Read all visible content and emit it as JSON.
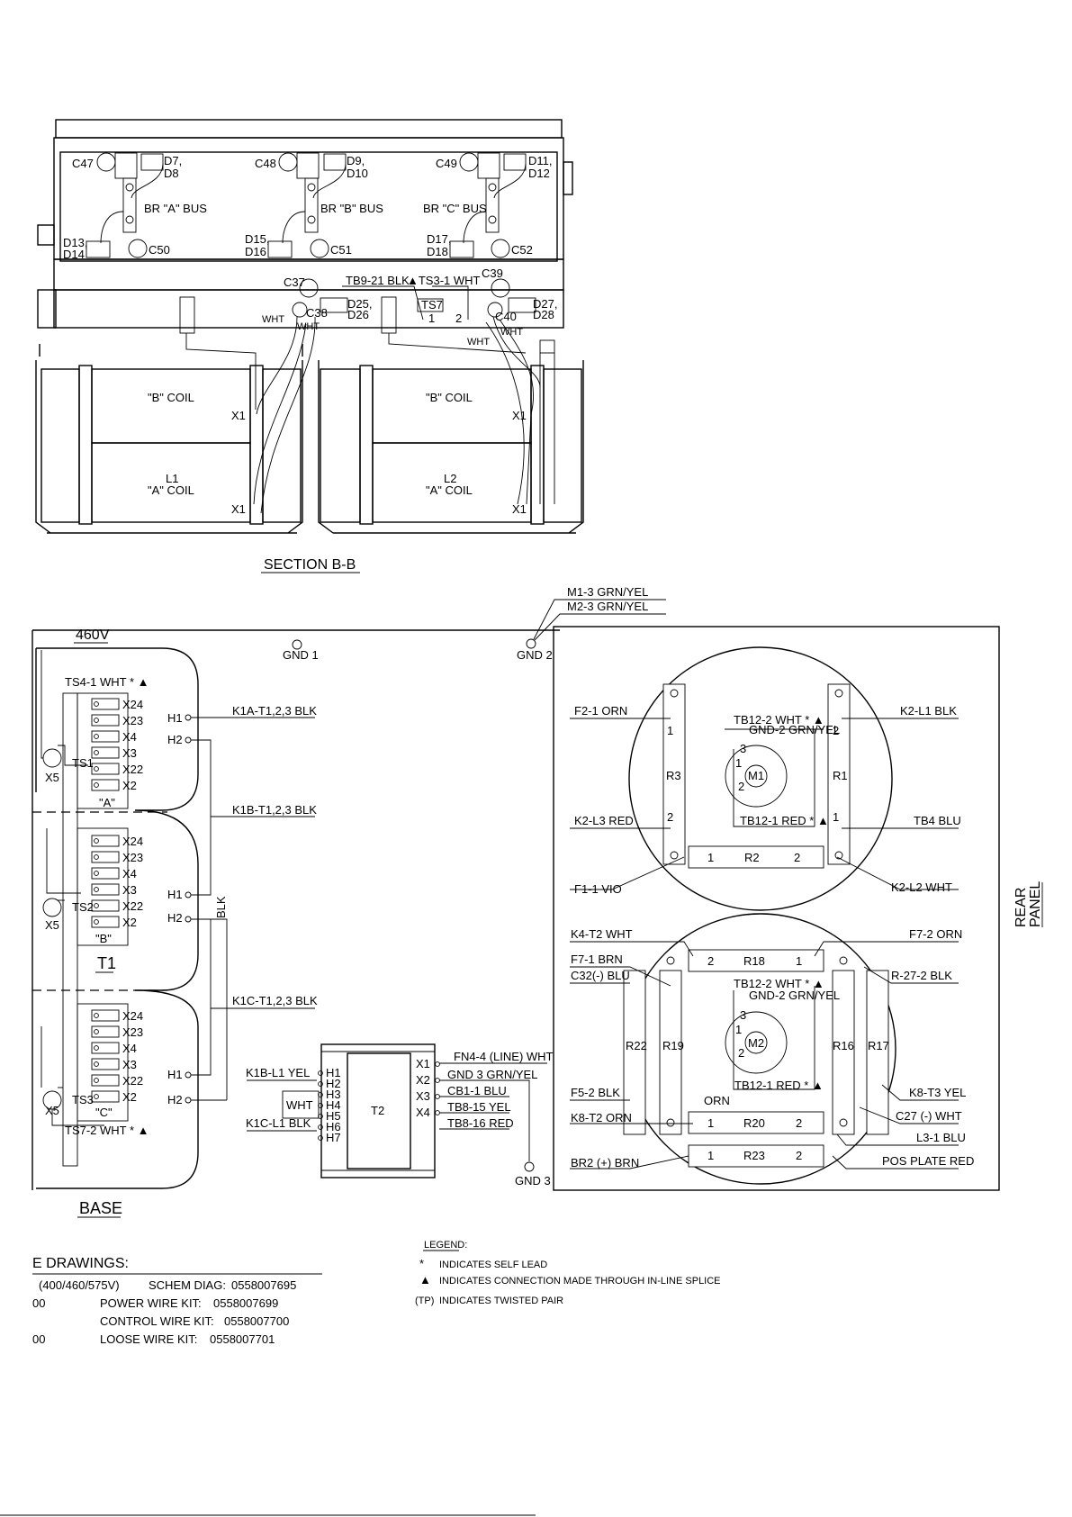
{
  "section": {
    "title": "SECTION B-B",
    "caps_top": [
      "C47",
      "C48",
      "C49"
    ],
    "caps_bottom": [
      "C50",
      "C51",
      "C52"
    ],
    "caps_mid": [
      "C37",
      "C38",
      "C39",
      "C40"
    ],
    "diodes_top": [
      "D7,",
      "D8",
      "D9,",
      "D10",
      "D11,",
      "D12"
    ],
    "diodes_bottom": [
      "D13,",
      "D14",
      "D15,",
      "D16",
      "D17,",
      "D18"
    ],
    "diodes_mid": [
      "D25,",
      "D26",
      "D27,",
      "D28"
    ],
    "buses": [
      "BR \"A\" BUS",
      "BR \"B\" BUS",
      "BR \"C\" BUS"
    ],
    "tb9": "TB9-21 BLK",
    "ts3": "▲TS3-1 WHT",
    "ts7": "TS7",
    "pin1": "1",
    "pin2": "2",
    "wht": "WHT",
    "b_coil": "\"B\" COIL",
    "a_coil": "\"A\" COIL",
    "l1": "L1",
    "l2": "L2",
    "x1": "X1"
  },
  "base": {
    "voltage": "460V",
    "title": "BASE",
    "gnd1": "GND 1",
    "gnd2": "GND 2",
    "gnd3": "GND 3",
    "m1_gnd": "M1-3 GRN/YEL",
    "m2_gnd": "M2-3 GRN/YEL",
    "ts4": "TS4-1 WHT * ▲",
    "ts7": "TS7-2 WHT * ▲",
    "taps": [
      "X24",
      "X23",
      "X4",
      "X3",
      "X22",
      "X2"
    ],
    "sections": [
      "\"A\"",
      "\"B\"",
      "\"C\""
    ],
    "ts_names": [
      "TS1",
      "TS2",
      "TS3"
    ],
    "x5": "X5",
    "t1": "T1",
    "h1": "H1",
    "h2": "H2",
    "blk": "BLK",
    "k1a": "K1A-T1,2,3 BLK",
    "k1b": "K1B-T1,2,3 BLK",
    "k1c": "K1C-T1,2,3 BLK",
    "t2": {
      "name": "T2",
      "h_pins": [
        "H1",
        "H2",
        "H3",
        "H4",
        "H5",
        "H6",
        "H7"
      ],
      "x_pins": [
        "X1",
        "X2",
        "X3",
        "X4"
      ],
      "k1b_l1": "K1B-L1 YEL",
      "k1c_l1": "K1C-L1 BLK",
      "wht": "WHT",
      "fn4": "FN4-4 (LINE) WHT",
      "gnd3": "GND 3 GRN/YEL",
      "cb1": "CB1-1 BLU",
      "tb8_15": "TB8-15 YEL",
      "tb8_16": "TB8-16 RED"
    }
  },
  "rear": {
    "title_line1": "REAR",
    "title_line2": "PANEL",
    "fan1": {
      "motor": "M1",
      "f2": "F2-1 ORN",
      "k2_l3": "K2-L3 RED",
      "f1": "F1-1 VIO",
      "k2_l1": "K2-L1 BLK",
      "tb4": "TB4 BLU",
      "k2_l2": "K2-L2 WHT",
      "tb12_2": "TB12-2 WHT * ▲",
      "gnd2": "GND-2 GRN/YEL",
      "tb12_1": "TB12-1 RED * ▲",
      "r1": "R1",
      "r2": "R2",
      "r3": "R3"
    },
    "fan2": {
      "motor": "M2",
      "k4": "K4-T2 WHT",
      "f7_1": "F7-1 BRN",
      "c32": "C32(-) BLU",
      "f5": "F5-2 BLK",
      "k8_t2": "K8-T2 ORN",
      "br2": "BR2 (+) BRN",
      "f7_2": "F7-2 ORN",
      "r27": "R-27-2 BLK",
      "k8_t3": "K8-T3 YEL",
      "c27": "C27 (-) WHT",
      "l3": "L3-1 BLU",
      "pos": "POS PLATE RED",
      "orn": "ORN",
      "tb12_2": "TB12-2 WHT * ▲",
      "gnd2": "GND-2 GRN/YEL",
      "tb12_1": "TB12-1 RED * ▲",
      "r16": "R16",
      "r17": "R17",
      "r18": "R18",
      "r19": "R19",
      "r20": "R20",
      "r22": "R22",
      "r23": "R23"
    },
    "pin1": "1",
    "pin2": "2",
    "pin3": "3"
  },
  "legend": {
    "title": "LEGEND:",
    "items": [
      {
        "sym": "*",
        "text": "INDICATES SELF LEAD"
      },
      {
        "sym": "▲",
        "text": "INDICATES CONNECTION MADE THROUGH IN-LINE SPLICE"
      },
      {
        "sym": "(TP)",
        "text": "INDICATES TWISTED PAIR"
      }
    ]
  },
  "ref": {
    "title": "E DRAWINGS:",
    "rows": [
      [
        "(400/460/575V)",
        "SCHEM DIAG:",
        "0558007695"
      ],
      [
        "00",
        "POWER WIRE KIT:",
        "0558007699"
      ],
      [
        "",
        "CONTROL WIRE KIT:",
        "0558007700"
      ],
      [
        "00",
        "LOOSE WIRE KIT:",
        "0558007701"
      ]
    ]
  }
}
